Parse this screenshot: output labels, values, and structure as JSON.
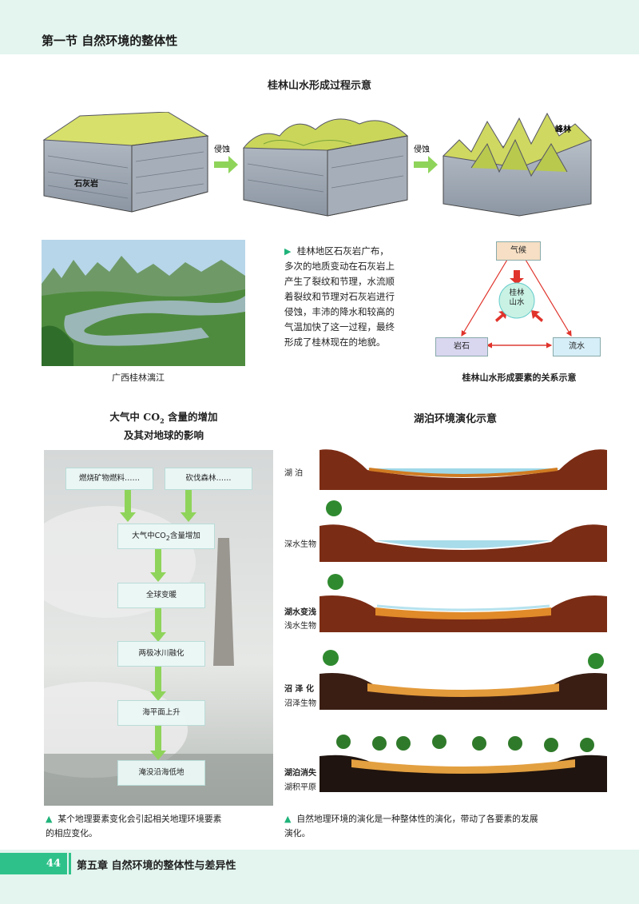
{
  "header": {
    "section": "第一节   自然环境的整体性"
  },
  "guilin_process": {
    "title": "桂林山水形成过程示意",
    "limestone_label": "石灰岩",
    "arrow_label_1": "侵蚀",
    "arrow_label_2": "侵蚀",
    "peak_label": "峰林"
  },
  "photo": {
    "caption": "广西桂林漓江"
  },
  "description": {
    "lines": [
      "桂林地区石灰岩广布，",
      "多次的地质变动在石灰岩上",
      "产生了裂纹和节理，水流顺",
      "着裂纹和节理对石灰岩进行",
      "侵蚀，丰沛的降水和较高的",
      "气温加快了这一过程，最终",
      "形成了桂林现在的地貌。"
    ]
  },
  "relation": {
    "climate": "气候",
    "center_line1": "桂林",
    "center_line2": "山水",
    "rock": "岩石",
    "water": "流水",
    "title": "桂林山水形成要素的关系示意"
  },
  "co2": {
    "title_pre": "大气中 CO",
    "title_sub": "2",
    "title_post": " 含量的增加",
    "title_line2": "及其对地球的影响",
    "box_fuel": "燃烧矿物燃料……",
    "box_forest": "砍伐森林……",
    "box_co2_pre": "大气中CO",
    "box_co2_sub": "2",
    "box_co2_post": "含量增加",
    "box_warming": "全球变暖",
    "box_ice": "两极冰川融化",
    "box_sea": "海平面上升",
    "box_flood": "淹没沿海低地",
    "caption_line1": "某个地理要素变化会引起相关地理环境要素",
    "caption_line2": "的相应变化。"
  },
  "lake": {
    "title": "湖泊环境演化示意",
    "stage1": "湖      泊",
    "stage2": "深水生物",
    "stage3a": "湖水变浅",
    "stage3b": "浅水生物",
    "stage4a": "沼 泽 化",
    "stage4b": "沼泽生物",
    "stage5a": "湖泊消失",
    "stage5b": "湖积平原",
    "caption_line1": "自然地理环境的演化是一种整体性的演化，带动了各要素的发展",
    "caption_line2": "演化。"
  },
  "footer": {
    "page": "44",
    "chapter": "第五章   自然环境的整体性与差异性"
  },
  "colors": {
    "accent": "#2ec28a",
    "band": "#e3f5ee",
    "arrow_green": "#8fd45a",
    "red_arrow": "#e0332b"
  }
}
